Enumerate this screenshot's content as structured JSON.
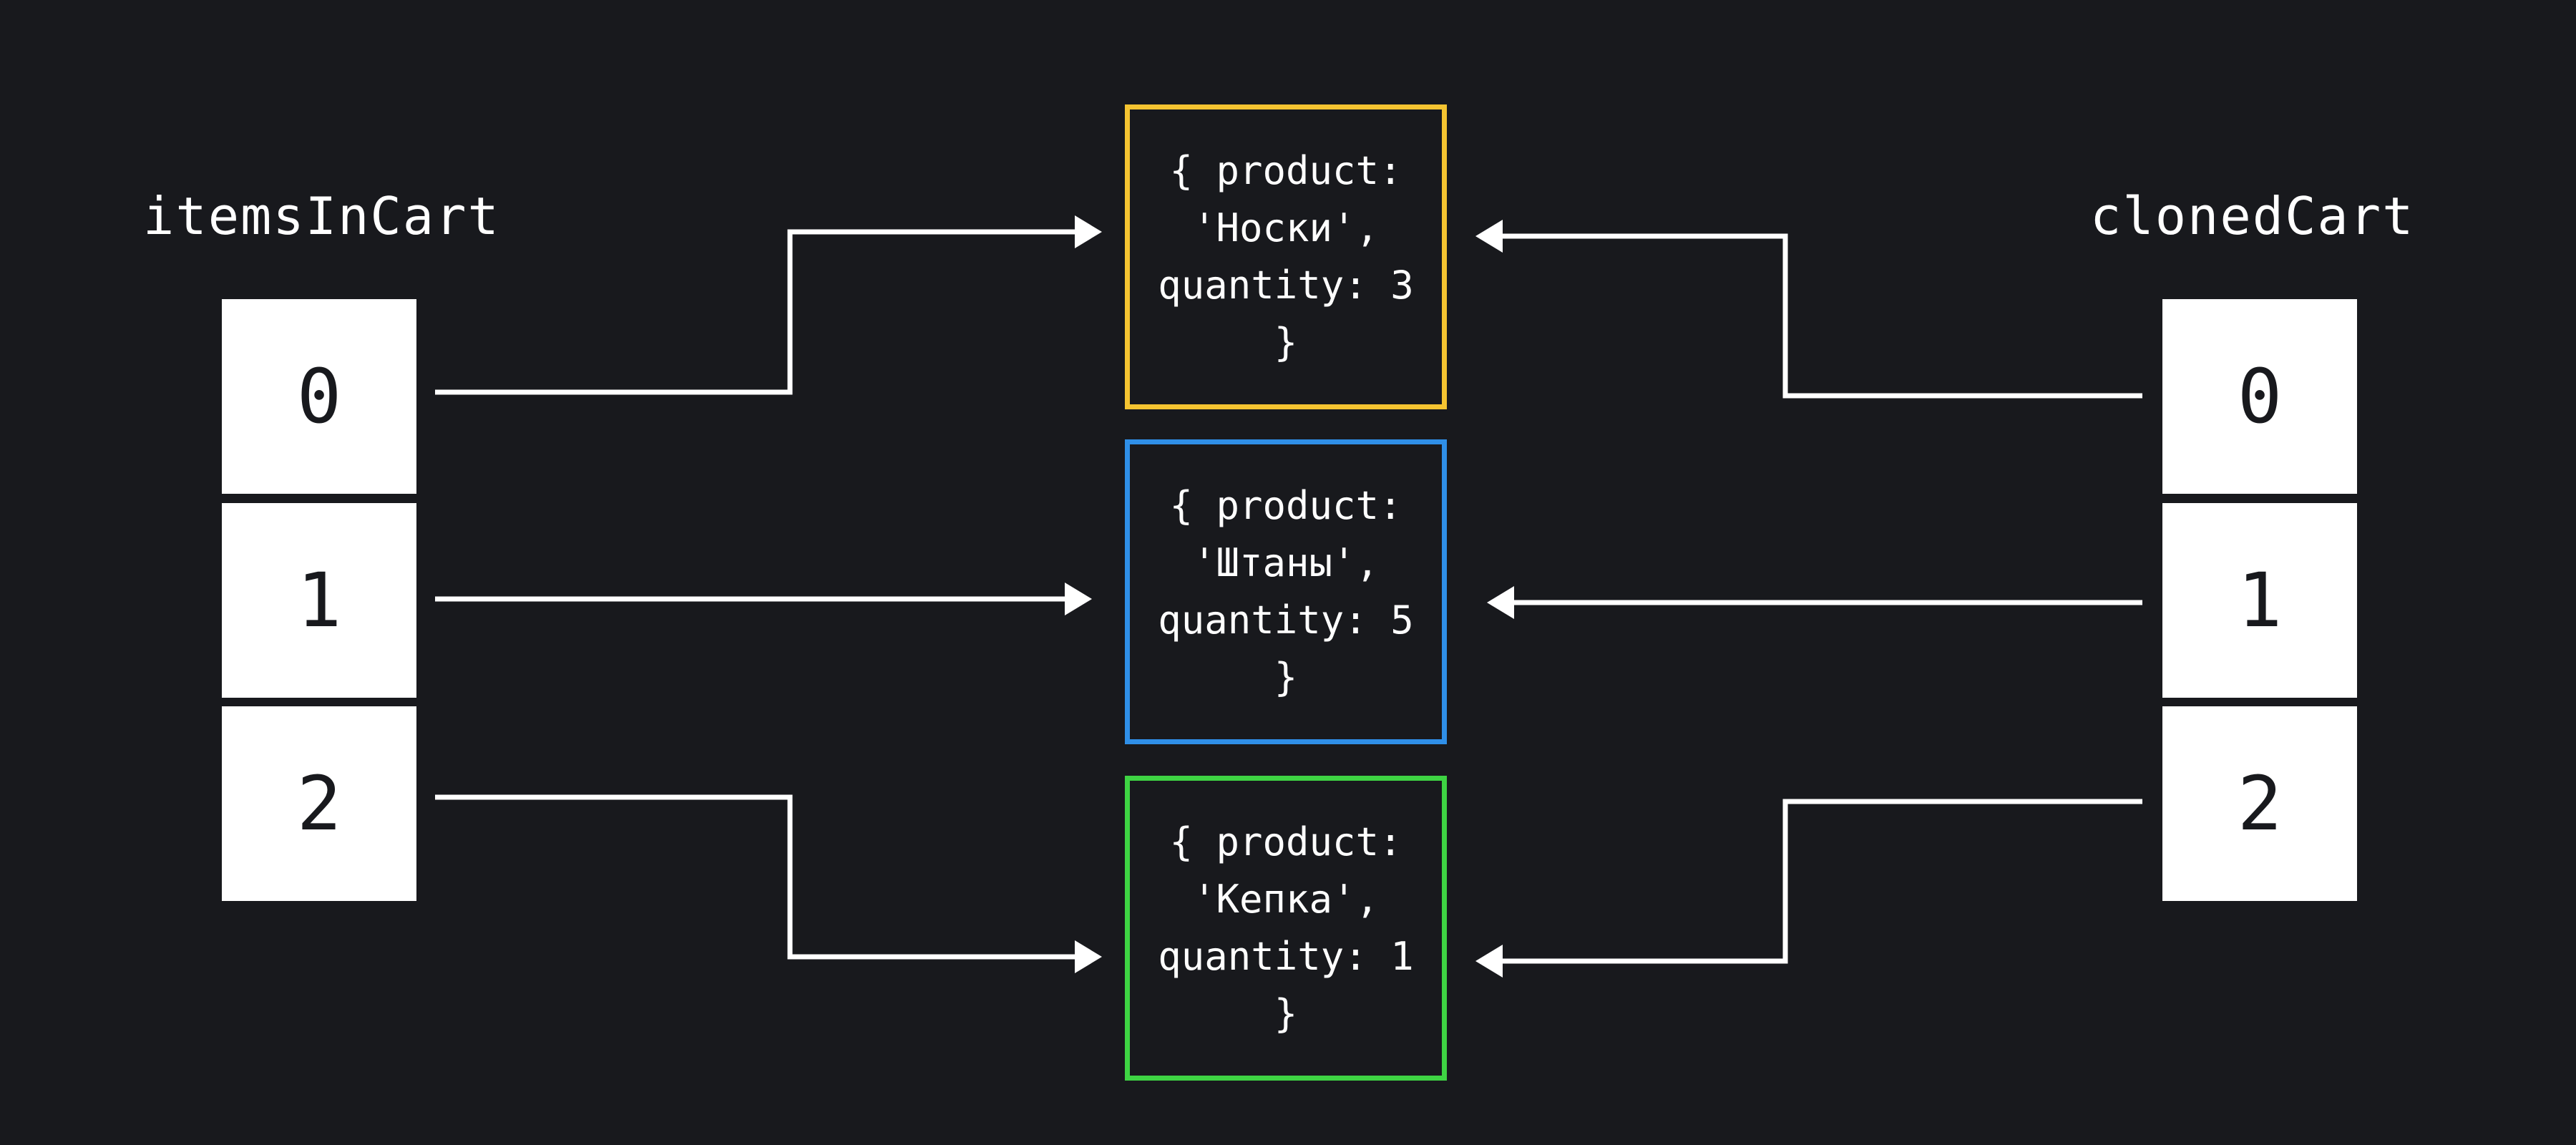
{
  "left_array": {
    "name": "itemsInCart",
    "indices": [
      "0",
      "1",
      "2"
    ]
  },
  "right_array": {
    "name": "clonedCart",
    "indices": [
      "0",
      "1",
      "2"
    ]
  },
  "objects": [
    {
      "lines": [
        "{ product:",
        "'Носки',",
        "quantity: 3",
        "}"
      ],
      "border_color": "#f5c431"
    },
    {
      "lines": [
        "{ product:",
        "'Штаны',",
        "quantity: 5",
        "}"
      ],
      "border_color": "#2f8fe8"
    },
    {
      "lines": [
        "{ product:",
        "'Кепка',",
        "quantity: 1",
        "}"
      ],
      "border_color": "#3ed443"
    }
  ],
  "colors": {
    "background": "#18191d",
    "arrow": "#ffffff",
    "cell_fill": "#ffffff",
    "text": "#ffffff"
  }
}
